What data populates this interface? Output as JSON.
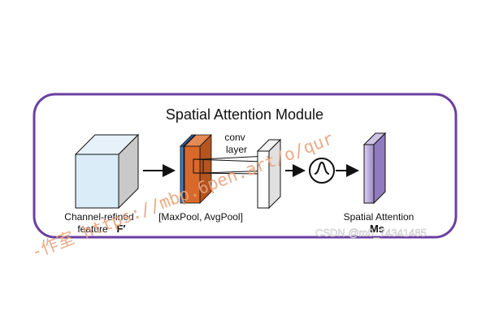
{
  "module": {
    "title": "Spatial Attention Module",
    "border_color": "#6b3fa0"
  },
  "input": {
    "label_line1": "Channel-refined",
    "label_line2": "feature",
    "symbol": "F′"
  },
  "pooling": {
    "label": "[MaxPool, AvgPool]",
    "colors": {
      "max": "#3b7dc9",
      "avg": "#d9692a"
    }
  },
  "conv": {
    "label_line1": "conv",
    "label_line2": "layer"
  },
  "activation": {
    "icon": "sigmoid-icon"
  },
  "output": {
    "label": "Spatial Attention",
    "symbol": "Ms",
    "color": "#b7a6d6"
  },
  "watermark": {
    "text": "-作室 https://mbp.6pen.art/o/qur",
    "credit": "CSDN @m0_74341485"
  }
}
